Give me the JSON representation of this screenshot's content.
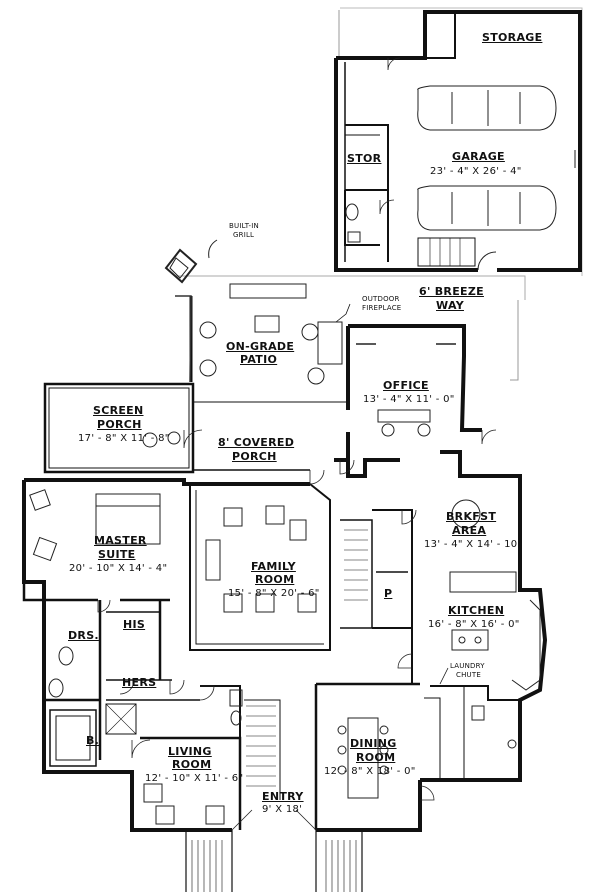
{
  "plan": {
    "rooms": {
      "storage": "STORAGE",
      "stor": "STOR",
      "garage": "GARAGE",
      "garage_dim": "23' - 4\" X 26' - 4\"",
      "breeze_way_1": "6' BREEZE",
      "breeze_way_2": "WAY",
      "on_grade_patio_1": "ON-GRADE",
      "on_grade_patio_2": "PATIO",
      "office": "OFFICE",
      "office_dim": "13' - 4\" X 11' - 0\"",
      "screen_porch_1": "SCREEN",
      "screen_porch_2": "PORCH",
      "screen_porch_dim": "17' - 8\" X 11' - 8\"",
      "covered_porch_1": "8' COVERED",
      "covered_porch_2": "PORCH",
      "master_suite_1": "MASTER",
      "master_suite_2": "SUITE",
      "master_suite_dim": "20' - 10\" X 14' - 4\"",
      "family_room_1": "FAMILY",
      "family_room_2": "ROOM",
      "family_room_dim": "15' - 8\" X 20' - 6\"",
      "brkfst_area_1": "BRKFST",
      "brkfst_area_2": "AREA",
      "brkfst_area_dim": "13' - 4\" X 14' - 10\"",
      "pantry": "P",
      "kitchen": "KITCHEN",
      "kitchen_dim": "16' - 8\" X 16' - 0\"",
      "drs": "DRS.",
      "his": "HIS",
      "hers": "HERS",
      "bath": "B.",
      "living_room_1": "LIVING",
      "living_room_2": "ROOM",
      "living_room_dim": "12' - 10\" X 11' - 6\"",
      "entry": "ENTRY",
      "entry_dim": "9' X 18'",
      "dining_room_1": "DINING",
      "dining_room_2": "ROOM",
      "dining_room_dim": "12' - 8\" X 18' - 0\""
    },
    "callouts": {
      "built_in_grill_1": "BUILT-IN",
      "built_in_grill_2": "GRILL",
      "outdoor_fireplace_1": "OUTDOOR",
      "outdoor_fireplace_2": "FIREPLACE",
      "laundry_chute_1": "LAUNDRY",
      "laundry_chute_2": "CHUTE"
    }
  }
}
